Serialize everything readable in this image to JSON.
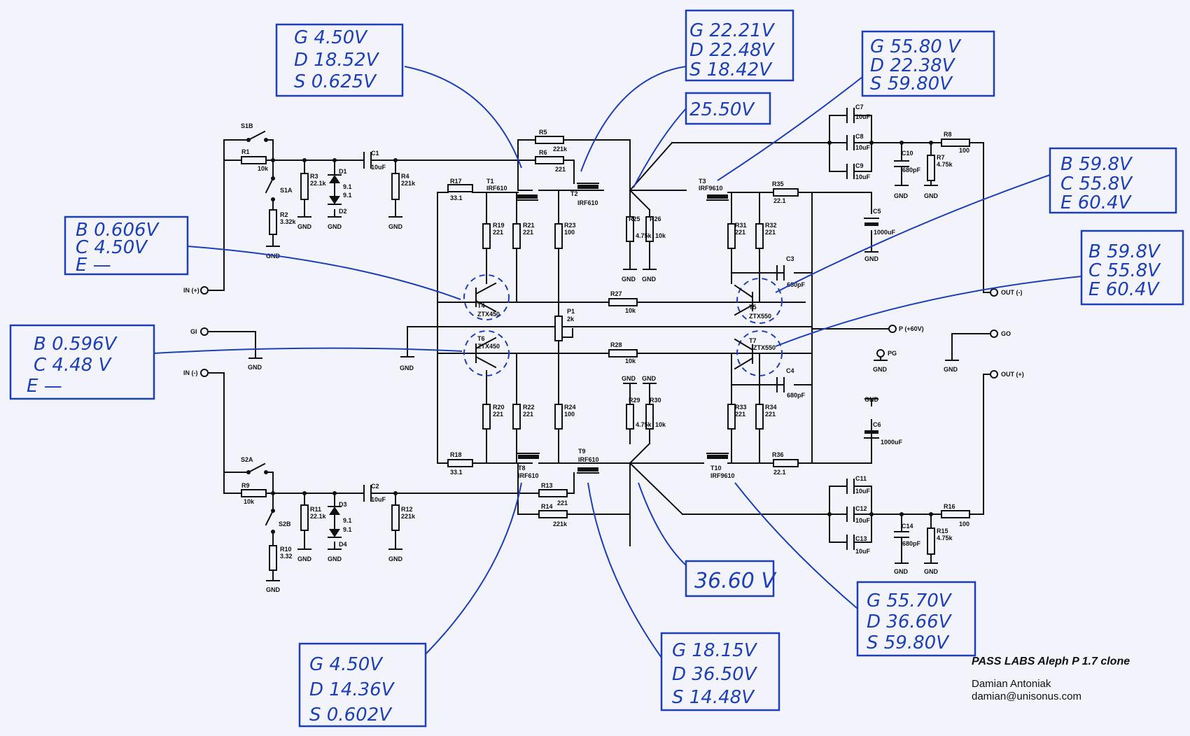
{
  "title": "PASS LABS Aleph P 1.7 clone",
  "author": "Damian Antoniak",
  "email": "damian@unisonus.com",
  "annotations": {
    "t1": [
      "G 4.50V",
      "D 18.52V",
      "S 0.625V"
    ],
    "t2": [
      "G 22.21V",
      "D 22.48V",
      "S 18.42V"
    ],
    "t3": [
      "G 55.80 V",
      "D 22.38V",
      "S 59.80V"
    ],
    "node_top": "25.50V",
    "t5": [
      "B 59.8V",
      "C 55.8V",
      "E 60.4V"
    ],
    "t7": [
      "B 59.8V",
      "C 55.8V",
      "E 60.4V"
    ],
    "t4": [
      "B 0.606V",
      "C 4.50V",
      "E —"
    ],
    "t6": [
      "B 0.596V",
      "C 4.48 V",
      "E —"
    ],
    "node_bot": "36.60 V",
    "t10": [
      "G 55.70V",
      "D 36.66V",
      "S 59.80V"
    ],
    "t9": [
      "G 18.15V",
      "D 36.50V",
      "S 14.48V"
    ],
    "t8": [
      "G 4.50V",
      "D 14.36V",
      "S 0.602V"
    ]
  },
  "ports": {
    "in_pos": "IN (+)",
    "gi": "GI",
    "in_neg": "IN (-)",
    "out_neg": "OUT (-)",
    "p60": "P (+60V)",
    "go": "GO",
    "pg": "PG",
    "out_pos": "OUT (+)"
  },
  "parts": {
    "S1B": "S1B",
    "S1A": "S1A",
    "R1": "R1",
    "R1v": "10k",
    "R2": "R2",
    "R2v": "3.32k",
    "R3": "R3",
    "R3v": "22.1k",
    "D1": "D1",
    "D1v": "9.1",
    "D2": "D2",
    "D2v": "9.1",
    "C1": "C1",
    "C1v": "10uF",
    "R4": "R4",
    "R4v": "221k",
    "R5": "R5",
    "R5v": "221k",
    "R6": "R6",
    "R6v": "221",
    "T1": "T1",
    "T1v": "IRF610",
    "T2": "T2",
    "T2v": "IRF610",
    "R17": "R17",
    "R17v": "33.1",
    "R19": "R19",
    "R19v": "221",
    "R21": "R21",
    "R21v": "221",
    "R23": "R23",
    "R23v": "100",
    "R25": "R25",
    "R25v": "4.75k",
    "R26": "R26",
    "R26v": "10k",
    "T3": "T3",
    "T3v": "IRF9610",
    "R35": "R35",
    "R35v": "22.1",
    "R31": "R31",
    "R31v": "221",
    "R32": "R32",
    "R32v": "221",
    "C3": "C3",
    "C3v": "680pF",
    "C7": "C7",
    "C7v": "10uF",
    "C8": "C8",
    "C8v": "10uF",
    "C9": "C9",
    "C9v": "10uF",
    "C10": "C10",
    "C10v": "680pF",
    "R7": "R7",
    "R7v": "4.75k",
    "R8": "R8",
    "R8v": "100",
    "C5": "C5",
    "C5v": "1000uF",
    "T4": "T4",
    "T4v": "ZTX450",
    "T5": "T5",
    "T5v": "ZTX550",
    "T6": "T6",
    "T6v": "ZTX450",
    "T7": "T7",
    "T7v": "ZTX550",
    "R27": "R27",
    "R27v": "10k",
    "R28": "R28",
    "R28v": "10k",
    "P1": "P1",
    "P1v": "2k",
    "R20": "R20",
    "R20v": "221",
    "R22": "R22",
    "R22v": "221",
    "R24": "R24",
    "R24v": "100",
    "R29": "R29",
    "R29v": "4.75k",
    "R30": "R30",
    "R30v": "10k",
    "R33": "R33",
    "R33v": "221",
    "R34": "R34",
    "R34v": "221",
    "C4": "C4",
    "C4v": "680pF",
    "C6": "C6",
    "C6v": "1000uF",
    "R18": "R18",
    "R18v": "33.1",
    "T8": "T8",
    "T8v": "IRF610",
    "T9": "T9",
    "T9v": "IRF610",
    "T10": "T10",
    "T10v": "IRF9610",
    "R36": "R36",
    "R36v": "22.1",
    "R13": "R13",
    "R13v": "221",
    "R14": "R14",
    "R14v": "221k",
    "S2A": "S2A",
    "S2B": "S2B",
    "R9": "R9",
    "R9v": "10k",
    "R10": "R10",
    "R10v": "3.32",
    "R11": "R11",
    "R11v": "22.1k",
    "D3": "D3",
    "D3v": "9.1",
    "D4": "D4",
    "D4v": "9.1",
    "C2": "C2",
    "C2v": "10uF",
    "R12": "R12",
    "R12v": "221k",
    "C11": "C11",
    "C11v": "10uF",
    "C12": "C12",
    "C12v": "10uF",
    "C13": "C13",
    "C13v": "10uF",
    "C14": "C14",
    "C14v": "680pF",
    "R15": "R15",
    "R15v": "4.75k",
    "R16": "R16",
    "R16v": "100",
    "gnd": "GND"
  }
}
